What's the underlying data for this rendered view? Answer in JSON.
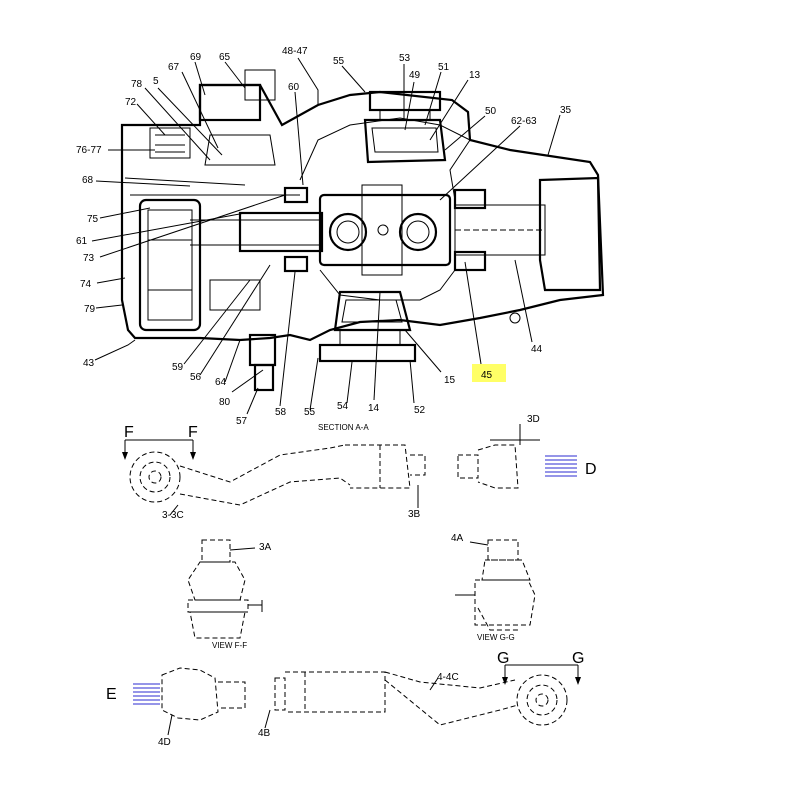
{
  "callouts": {
    "c69": "69",
    "c65": "65",
    "c4847": "48-47",
    "c55a": "55",
    "c53": "53",
    "c67": "67",
    "c51": "51",
    "c78": "78",
    "c5": "5",
    "c49": "49",
    "c13": "13",
    "c72": "72",
    "c60": "60",
    "c50": "50",
    "c6263": "62-63",
    "c35": "35",
    "c7677": "76-77",
    "c68": "68",
    "c75": "75",
    "c61": "61",
    "c73": "73",
    "c74": "74",
    "c79": "79",
    "c43": "43",
    "c44": "44",
    "c45": "45",
    "c59": "59",
    "c56": "56",
    "c64": "64",
    "c80": "80",
    "c57": "57",
    "c58": "58",
    "c55b": "55",
    "c54": "54",
    "c14": "14",
    "c52": "52",
    "c15": "15"
  },
  "highlight": {
    "label": "45",
    "color": "#ffff66"
  },
  "section_caption": "SECTION A-A",
  "lower_labels": {
    "F_left": "F",
    "F_right": "F",
    "c3_3C": "3-3C",
    "c3B": "3B",
    "c3D": "3D",
    "D": "D",
    "c3A": "3A",
    "view_ff": "VIEW F-F",
    "c4A": "4A",
    "view_gg": "VIEW G-G",
    "E": "E",
    "c4D": "4D",
    "c4B": "4B",
    "c4_4C": "4-4C",
    "G_left": "G",
    "G_right": "G"
  },
  "colors": {
    "line": "#000000",
    "end_marker": "#2b2bd0",
    "highlight": "#ffff66"
  }
}
